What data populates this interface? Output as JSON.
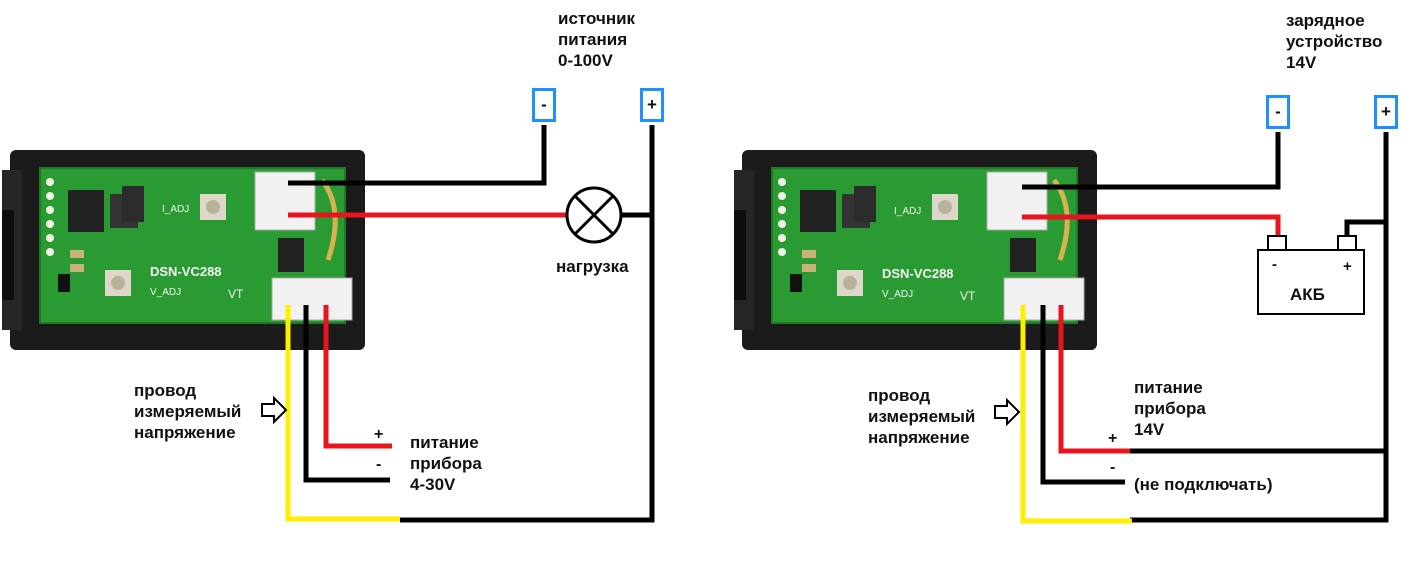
{
  "left": {
    "source_label": [
      "источник",
      "питания",
      "0-100V"
    ],
    "terminal_minus": "-",
    "terminal_plus": "+",
    "load_label": "нагрузка",
    "board_label": "DSN-VC288",
    "board_i_adj": "I_ADJ",
    "board_v_adj": "V_ADJ",
    "board_vt": "VT",
    "measure_label": [
      "провод",
      "измеряемый",
      "напряжение"
    ],
    "power_label": [
      "питание",
      "прибора",
      "4-30V"
    ],
    "wire_plus": "+",
    "wire_minus": "-"
  },
  "right": {
    "charger_label": [
      "зарядное",
      "устройство",
      "14V"
    ],
    "terminal_minus": "-",
    "terminal_plus": "+",
    "battery_label": "АКБ",
    "battery_minus": "-",
    "battery_plus": "+",
    "board_label": "DSN-VC288",
    "board_i_adj": "I_ADJ",
    "board_v_adj": "V_ADJ",
    "board_vt": "VT",
    "measure_label": [
      "провод",
      "измеряемый",
      "напряжение"
    ],
    "power_label": [
      "питание",
      "прибора",
      "14V"
    ],
    "wire_plus": "+",
    "wire_minus": "-",
    "no_connect_label": "(не подключать)"
  },
  "colors": {
    "wire_black": "#000000",
    "wire_red": "#e8141e",
    "wire_yellow": "#ffee00",
    "terminal_border": "#1e90ff",
    "pcb_green": "#2a9a32",
    "bezel": "#1b1b1b"
  }
}
